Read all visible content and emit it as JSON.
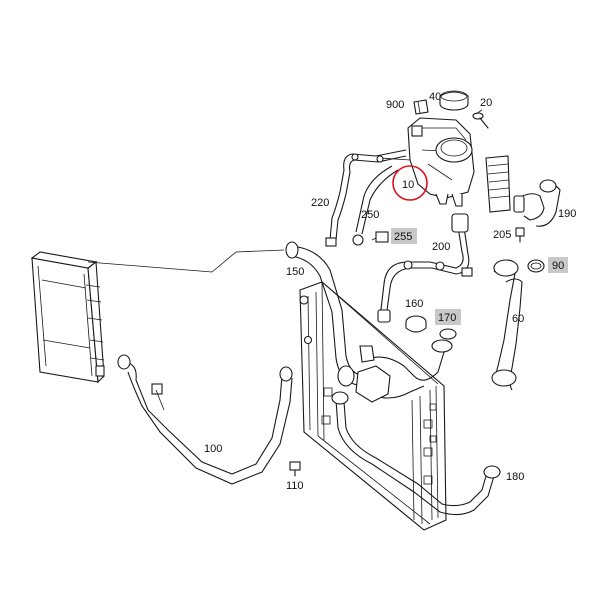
{
  "parts": [
    {
      "id": "p10",
      "label": "10",
      "boxed": false,
      "highlighted": true
    },
    {
      "id": "p20",
      "label": "20",
      "boxed": false,
      "highlighted": false
    },
    {
      "id": "p40",
      "label": "40",
      "boxed": false,
      "highlighted": false
    },
    {
      "id": "p60",
      "label": "60",
      "boxed": false,
      "highlighted": false
    },
    {
      "id": "p90",
      "label": "90",
      "boxed": true,
      "highlighted": false
    },
    {
      "id": "p100",
      "label": "100",
      "boxed": false,
      "highlighted": false
    },
    {
      "id": "p110",
      "label": "110",
      "boxed": false,
      "highlighted": false
    },
    {
      "id": "p150",
      "label": "150",
      "boxed": false,
      "highlighted": false
    },
    {
      "id": "p160",
      "label": "160",
      "boxed": false,
      "highlighted": false
    },
    {
      "id": "p170",
      "label": "170",
      "boxed": true,
      "highlighted": false
    },
    {
      "id": "p180",
      "label": "180",
      "boxed": false,
      "highlighted": false
    },
    {
      "id": "p190",
      "label": "190",
      "boxed": false,
      "highlighted": false
    },
    {
      "id": "p200",
      "label": "200",
      "boxed": false,
      "highlighted": false
    },
    {
      "id": "p205",
      "label": "205",
      "boxed": false,
      "highlighted": false
    },
    {
      "id": "p220",
      "label": "220",
      "boxed": false,
      "highlighted": false
    },
    {
      "id": "p250",
      "label": "250",
      "boxed": false,
      "highlighted": false
    },
    {
      "id": "p255",
      "label": "255",
      "boxed": true,
      "highlighted": false
    },
    {
      "id": "p900",
      "label": "900",
      "boxed": false,
      "highlighted": false
    }
  ],
  "colors": {
    "line": "#1a1a1a",
    "highlight": "#e0101a",
    "box_fill": "#c8c8c8",
    "background": "#ffffff"
  }
}
